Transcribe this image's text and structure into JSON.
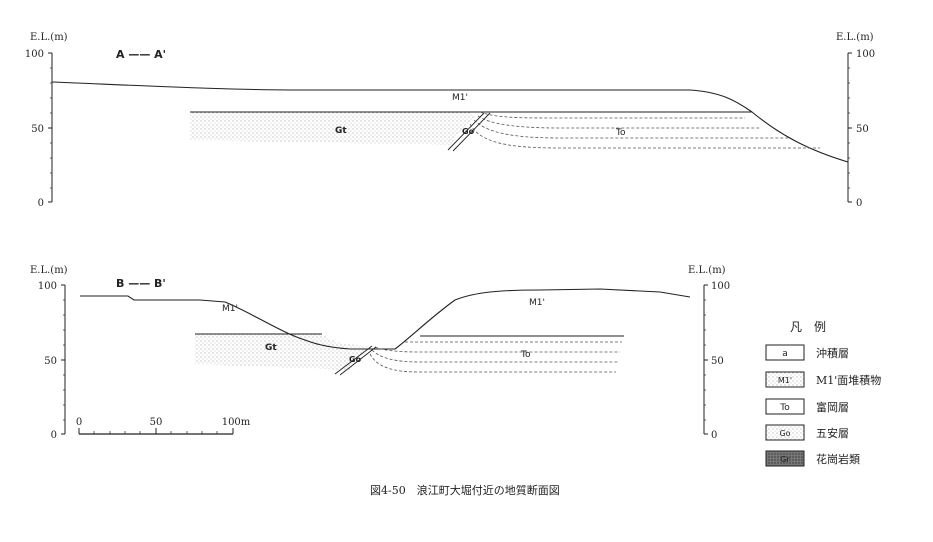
{
  "sectionA": {
    "title": "A —— A'",
    "left_axis_label": "E.L.(m)",
    "right_axis_label": "E.L.(m)",
    "ticks": [
      "100",
      "50",
      "0"
    ],
    "labels": {
      "m1": "M1'",
      "gt": "Gt",
      "go": "Go",
      "to": "To"
    }
  },
  "sectionB": {
    "title": "B —— B'",
    "left_axis_label": "E.L.(m)",
    "right_axis_label": "E.L.(m)",
    "ticks": [
      "100",
      "50",
      "0"
    ],
    "labels": {
      "m1_left": "M1'",
      "m1_right": "M1'",
      "gt": "Gt",
      "go": "Go",
      "to": "To"
    }
  },
  "scale_bar": {
    "labels": [
      "0",
      "50",
      "100m"
    ]
  },
  "legend": {
    "title": "凡　例",
    "items": [
      {
        "symbol": "a",
        "label": "沖積層"
      },
      {
        "symbol": "M1'",
        "label": "M1'面堆積物"
      },
      {
        "symbol": "To",
        "label": "富岡層"
      },
      {
        "symbol": "Go",
        "label": "五安層"
      },
      {
        "symbol": "Gr",
        "label": "花崗岩類"
      }
    ]
  },
  "caption": "図4-50　浪江町大堀付近の地質断面図"
}
